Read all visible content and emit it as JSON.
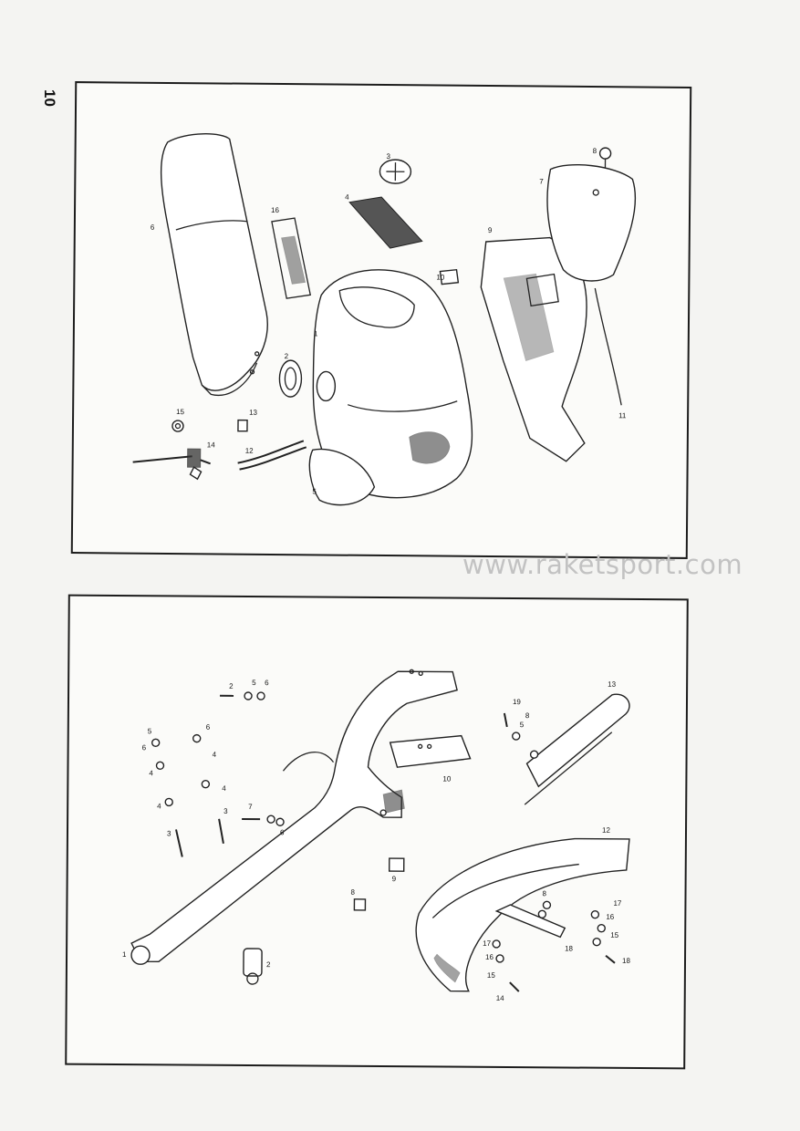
{
  "page_number": "10",
  "watermark": "www.raketsport.com",
  "top_diagram": {
    "callouts": {
      "c1": "1",
      "c2": "2",
      "c3": "3",
      "c4": "4",
      "c5": "5",
      "c6": "6",
      "c7": "7",
      "c8": "8",
      "c9": "9",
      "c10": "10",
      "c11": "11",
      "c12": "12",
      "c13": "13",
      "c14": "14",
      "c15": "15",
      "c16": "16"
    }
  },
  "bottom_diagram": {
    "callouts": {
      "c1": "1",
      "c2a": "2",
      "c2b": "2",
      "c3a": "3",
      "c3b": "3",
      "c4a": "4",
      "c4b": "4",
      "c4c": "4",
      "c4d": "4",
      "c5a": "5",
      "c5b": "5",
      "c5c": "5",
      "c6a": "6",
      "c6b": "6",
      "c6c": "6",
      "c6d": "6",
      "c7": "7",
      "c8a": "8",
      "c8b": "8",
      "c8c": "8",
      "c9": "9",
      "c10": "10",
      "c12": "12",
      "c13": "13",
      "c14": "14",
      "c15a": "15",
      "c15b": "15",
      "c16a": "16",
      "c16b": "16",
      "c17a": "17",
      "c17b": "17",
      "c18a": "18",
      "c18b": "18",
      "c19": "19"
    }
  }
}
